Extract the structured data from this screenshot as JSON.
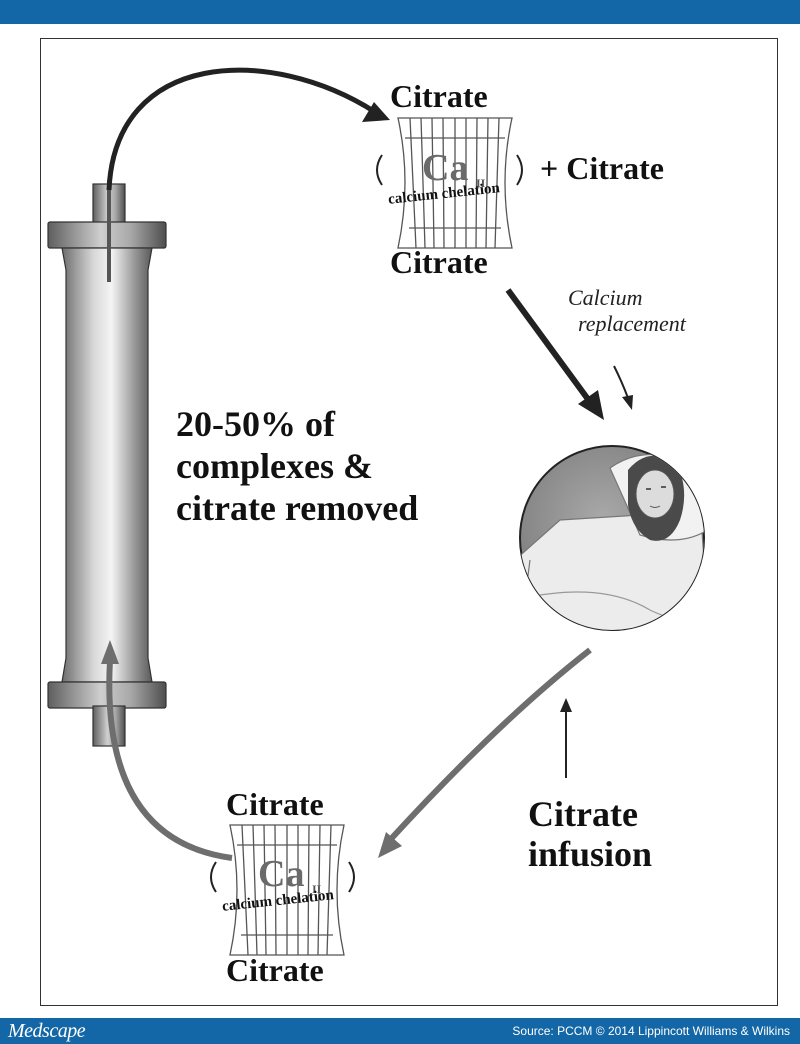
{
  "header": {
    "color": "#1467a6"
  },
  "footer": {
    "logo": "Medscape",
    "source": "Source: PCCM © 2014 Lippincott Williams & Wilkins"
  },
  "diagram": {
    "top_complex": {
      "citrate_top": "Citrate",
      "ion": "Ca",
      "charge": "II",
      "chelation": "calcium chelation",
      "plus_citrate": "+ Citrate",
      "citrate_bottom": "Citrate"
    },
    "calcium_replacement": [
      "Calcium",
      "replacement"
    ],
    "filter_note": [
      "20-50% of",
      "complexes &",
      "citrate removed"
    ],
    "citrate_infusion": [
      "Citrate",
      "infusion"
    ],
    "bottom_complex": {
      "citrate_top": "Citrate",
      "ion": "Ca",
      "charge": "II",
      "chelation": "calcium chelation",
      "citrate_bottom": "Citrate"
    },
    "icons": [
      "hemofilter-cartridge-icon",
      "patient-in-bed-icon",
      "chelation-cage-icon"
    ]
  }
}
